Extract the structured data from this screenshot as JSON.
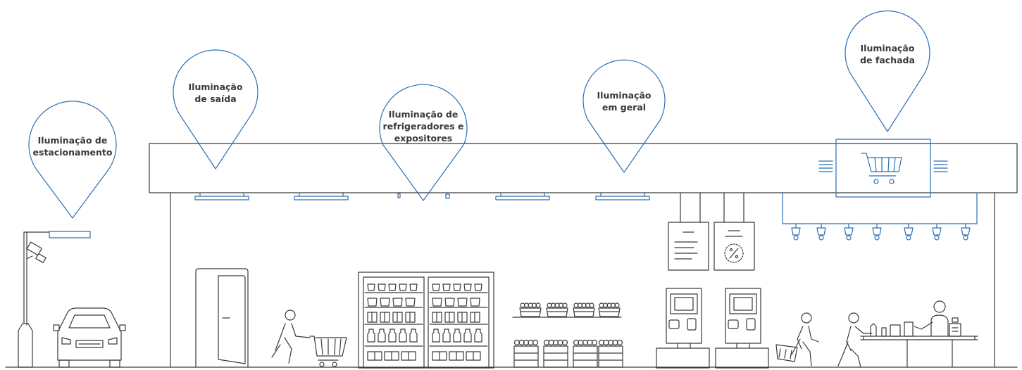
{
  "colors": {
    "line": "#3a3a3a",
    "accent": "#2a6fb4",
    "background": "#ffffff"
  },
  "pins": [
    {
      "id": "estacionamento",
      "lines": [
        "Iluminação de",
        "estacionamento"
      ]
    },
    {
      "id": "saida",
      "lines": [
        "Iluminação",
        "de saída"
      ]
    },
    {
      "id": "refrigeradores",
      "lines": [
        "Iluminação de",
        "refrigeradores e",
        "expositores"
      ]
    },
    {
      "id": "geral",
      "lines": [
        "Iluminação",
        "em geral"
      ]
    },
    {
      "id": "fachada",
      "lines": [
        "Iluminação",
        "de fachada"
      ]
    }
  ],
  "icons": [
    "street-lamp-icon",
    "security-camera-icon",
    "car-icon",
    "door-icon",
    "shopper-with-cart-icon",
    "refrigerator-icon",
    "produce-shelf-icon",
    "hanging-sign-icon",
    "discount-sign-icon",
    "kiosk-icon",
    "shopper-with-basket-icon",
    "cashier-icon",
    "cash-register-icon",
    "shopping-cart-sign-icon",
    "spotlight-icon",
    "ceiling-light-icon"
  ]
}
